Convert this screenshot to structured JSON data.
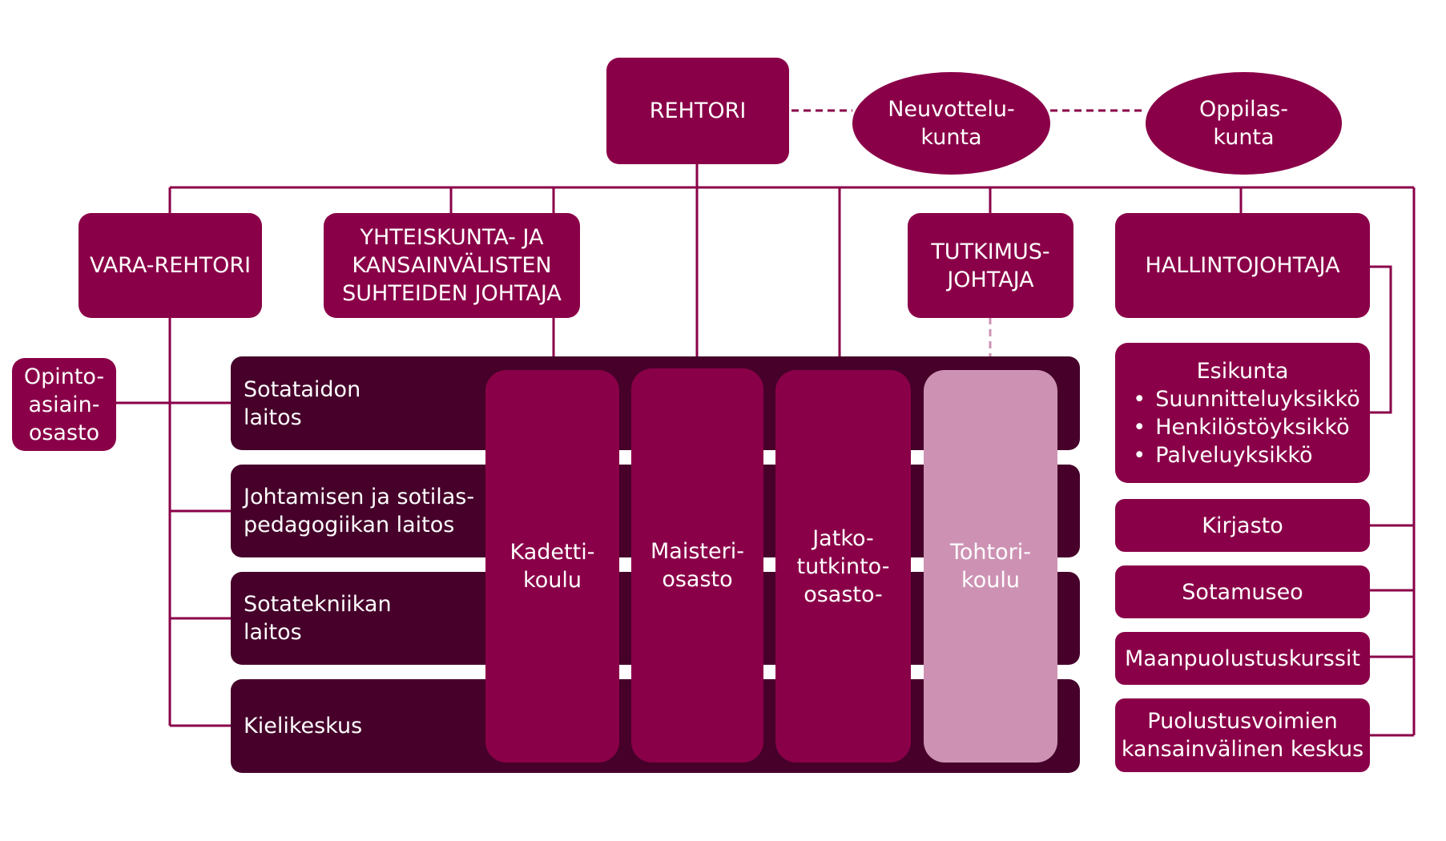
{
  "rector": "REHTORI",
  "negotiation_body": [
    "Neuvottelu-",
    "kunta"
  ],
  "student_body": [
    "Oppilas-",
    "kunta"
  ],
  "vice_rector": "VARA-REHTORI",
  "society_relations_director": [
    "YHTEISKUNTA- JA",
    "KANSAINVÄLISTEN",
    "SUHTEIDEN JOHTAJA"
  ],
  "research_director": [
    "TUTKIMUS-",
    "JOHTAJA"
  ],
  "administrative_director": "HALLINTOJOHTAJA",
  "study_affairs": [
    "Opinto-",
    "asiain-",
    "osasto"
  ],
  "departments": [
    [
      "Sotataidon",
      "laitos"
    ],
    [
      "Johtamisen ja sotilas-",
      "pedagogiikan laitos"
    ],
    [
      "Sotatekniikan",
      "laitos"
    ],
    [
      "Kielikeskus"
    ]
  ],
  "schools": [
    [
      "Kadetti-",
      "koulu"
    ],
    [
      "Maisteri-",
      "osasto"
    ],
    [
      "Jatko-",
      "tutkinto-",
      "osasto-"
    ],
    [
      "Tohtori-",
      "koulu"
    ]
  ],
  "staff": {
    "title": "Esikunta",
    "units": [
      "Suunnitteluyksikkö",
      "Henkilöstöyksikkö",
      "Palveluyksikkö"
    ]
  },
  "admin_units": [
    "Kirjasto",
    "Sotamuseo",
    "Maanpuolustuskurssit"
  ],
  "international_centre": [
    "Puolustusvoimien",
    "kansainvälinen keskus"
  ],
  "colors": {
    "primary": "#8a0048",
    "dark": "#46002a",
    "light": "#cd92b3"
  }
}
